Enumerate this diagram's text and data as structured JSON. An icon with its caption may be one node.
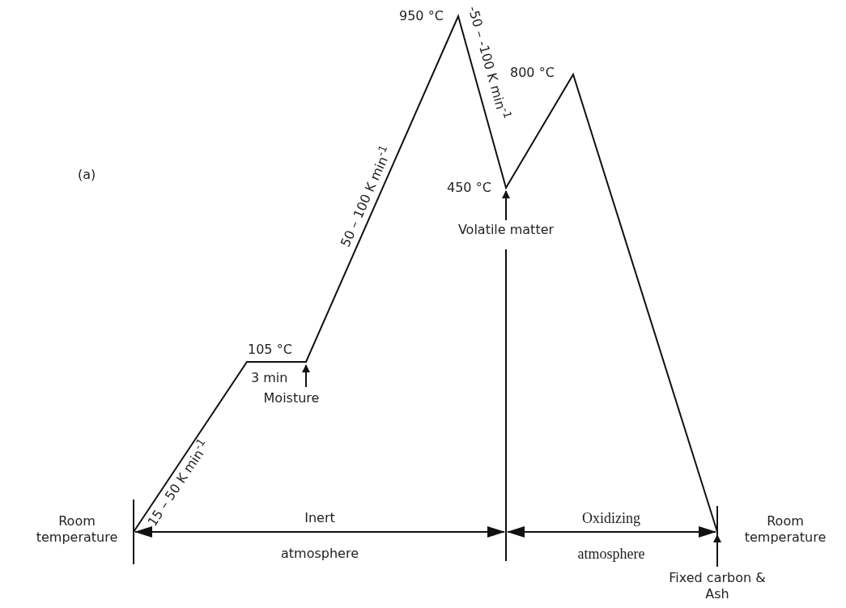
{
  "diagram": {
    "nodes": [
      {
        "text": [
          "Moisture"
        ]
      },
      {
        "text": [
          "Volatile matter"
        ]
      },
      {
        "text": [
          "Fixed carbon & Ash"
        ]
      }
    ],
    "edges": [
      {
        "from": 0,
        "to": null,
        "arrow": "to"
      },
      {
        "from": 1,
        "to": null,
        "arrow": "to"
      },
      {
        "from": 2,
        "to": null,
        "arrow": "to"
      }
    ],
    "labels": [
      "950 °C",
      "-50 – -100 K min$^{-1}$",
      "800 °C",
      "(a)",
      "50 – 100 K min$^{-1}$",
      "450 °C",
      "105 °C",
      "3 min",
      "15 – 50 K min$^{-1}$",
      "Room temperature",
      "Inert atmosphere",
      "Oxidizing atmosphere",
      "Room temperature"
    ]
  }
}
